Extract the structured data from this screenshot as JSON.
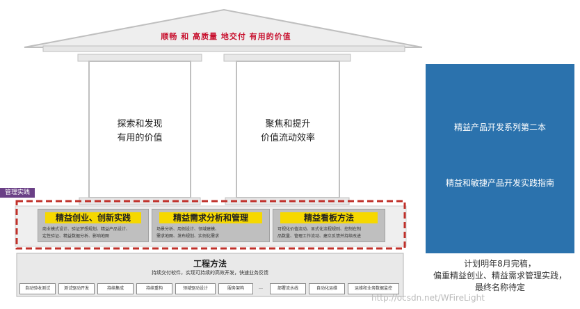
{
  "roof": {
    "title": "顺畅 和 高质量 地交付 有用的价值"
  },
  "pillars": [
    {
      "line1": "探索和发现",
      "line2": "有用的价值"
    },
    {
      "line1": "聚焦和提升",
      "line2": "价值流动效率"
    }
  ],
  "management": {
    "tag": "管理实践",
    "practices": [
      {
        "title": "精益创业、创新实践",
        "desc1": "商业模式设计、验证梦想规划、精益产品设计、",
        "desc2": "定性验证、精益数据分析、影响地图"
      },
      {
        "title": "精益需求分析和管理",
        "desc1": "场景分析、用例设计、领域建模、",
        "desc2": "需求地图、发布规划、实例化需求"
      },
      {
        "title": "精益看板方法",
        "desc1": "可视化价值流动、显式化流程规则、控制在制",
        "desc2": "品数量、管理工作流动、建立反馈并持续改进"
      }
    ]
  },
  "engineering": {
    "title": "工程方法",
    "subtitle": "持续交付软件，实现可持续的高效开发，快速业务反馈",
    "items": [
      "自动验收测试",
      "测试驱动开发",
      "持续集成",
      "持续重构",
      "领域驱动设计",
      "服务架构",
      "…",
      "部署流水线",
      "自动化运维",
      "运维和业务数据监控"
    ]
  },
  "book": {
    "line1": "精益产品开发系列第二本",
    "line2": "精益和敏捷产品开发实践指南"
  },
  "note": {
    "line1": "计划明年8月完稿，",
    "line2": "偏重精益创业、精益需求管理实践，",
    "line3": "最终名称待定"
  },
  "watermark": "http://ocsdn.net/WFireLight"
}
